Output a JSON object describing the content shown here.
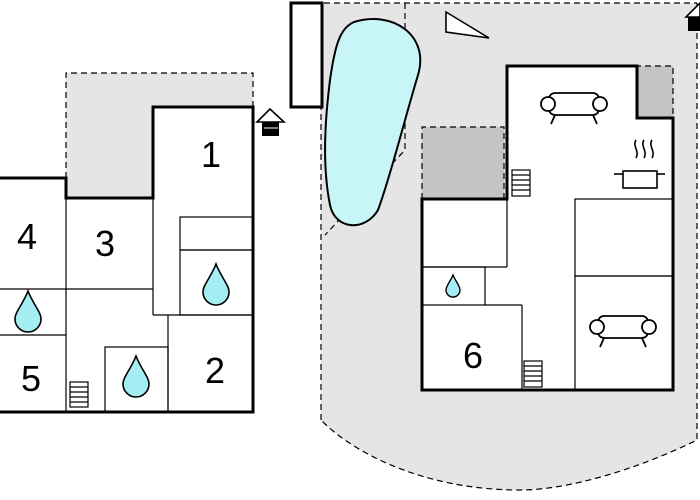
{
  "floorplan": {
    "rooms": [
      {
        "id": "room-1",
        "label": "1"
      },
      {
        "id": "room-2",
        "label": "2"
      },
      {
        "id": "room-3",
        "label": "3"
      },
      {
        "id": "room-4",
        "label": "4"
      },
      {
        "id": "room-5",
        "label": "5"
      },
      {
        "id": "room-6",
        "label": "6"
      }
    ],
    "icons": {
      "pool": "pool-icon",
      "north_arrow": "north-arrow-icon",
      "entrance": "entrance-icon",
      "sofa": "sofa-icon",
      "stove": "stove-icon",
      "water_drop": "water-drop-icon",
      "stairs": "stairs-icon"
    },
    "colors": {
      "outdoor": "#e5e5e5",
      "terrace": "#c4c4c4",
      "pool": "#c8f5f7",
      "wall": "#000000",
      "drop": "#a4eef3"
    }
  }
}
